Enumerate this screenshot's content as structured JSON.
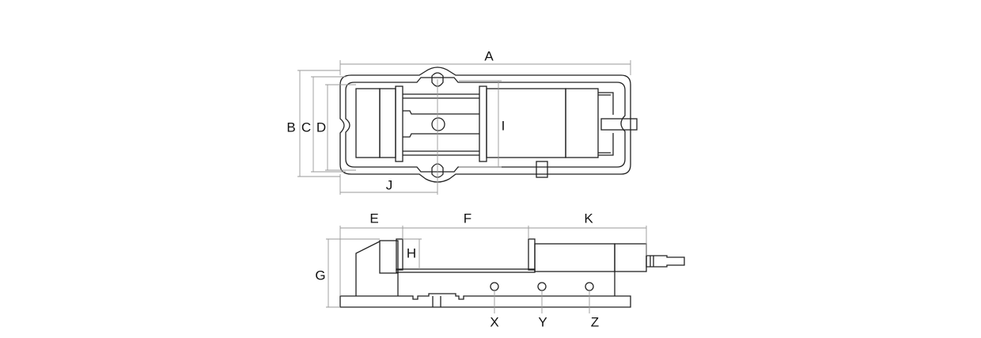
{
  "drawing": {
    "title": "Vise dimension drawing",
    "top_view": {
      "labels": {
        "A": "A",
        "B": "B",
        "C": "C",
        "D": "D",
        "I": "I",
        "J": "J"
      }
    },
    "side_view": {
      "labels": {
        "E": "E",
        "F": "F",
        "K": "K",
        "G": "G",
        "H": "H",
        "X": "X",
        "Y": "Y",
        "Z": "Z"
      }
    }
  }
}
